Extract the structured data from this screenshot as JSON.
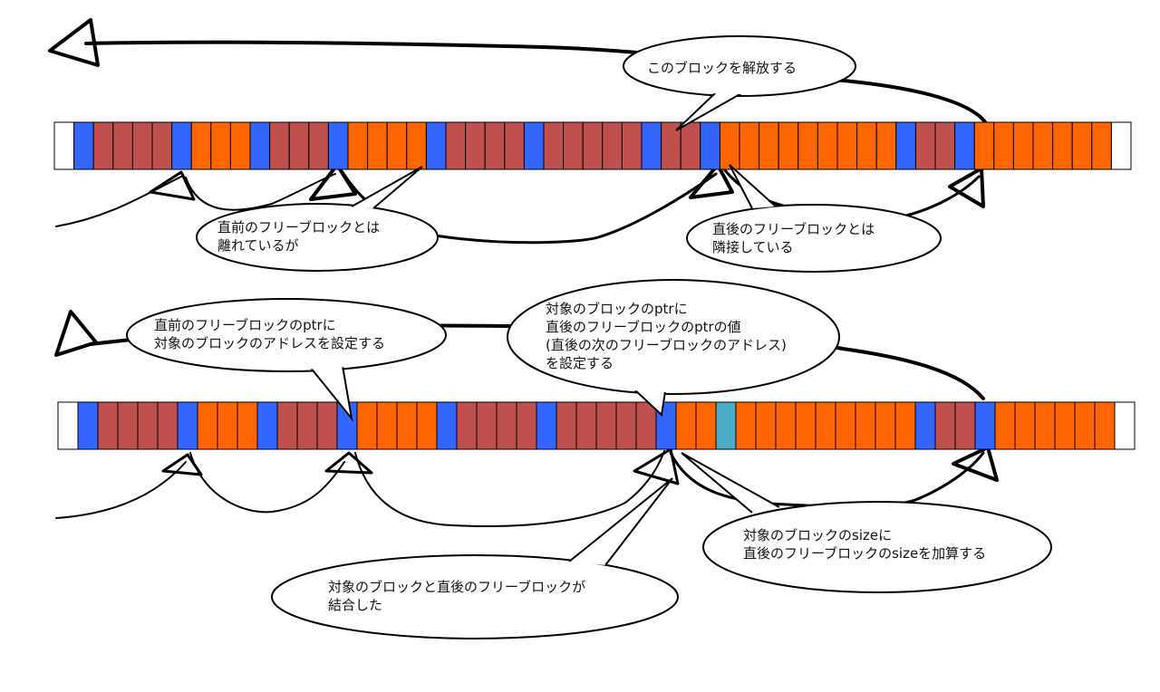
{
  "colors": {
    "free": "#3366ff",
    "used": "#c0504d",
    "target": "#ff6600",
    "coalesced_header": "#4bacc6",
    "edge": "#ffffff",
    "outline": "#000000"
  },
  "memory_rows": [
    {
      "id": "before",
      "cells": [
        "edge",
        "free",
        "used",
        "used",
        "used",
        "used",
        "free",
        "target",
        "target",
        "target",
        "free",
        "used",
        "used",
        "used",
        "free",
        "target",
        "target",
        "target",
        "target",
        "free",
        "used",
        "used",
        "used",
        "used",
        "free",
        "used",
        "used",
        "used",
        "used",
        "used",
        "free",
        "used",
        "used",
        "free",
        "target",
        "target",
        "target",
        "target",
        "target",
        "target",
        "target",
        "target",
        "target",
        "free",
        "used",
        "used",
        "free",
        "target",
        "target",
        "target",
        "target",
        "target",
        "target",
        "target",
        "edge"
      ]
    },
    {
      "id": "after",
      "cells": [
        "edge",
        "free",
        "used",
        "used",
        "used",
        "used",
        "free",
        "target",
        "target",
        "target",
        "free",
        "used",
        "used",
        "used",
        "free",
        "target",
        "target",
        "target",
        "target",
        "free",
        "used",
        "used",
        "used",
        "used",
        "free",
        "used",
        "used",
        "used",
        "used",
        "used",
        "free",
        "target",
        "target",
        "coalesced_header",
        "target",
        "target",
        "target",
        "target",
        "target",
        "target",
        "target",
        "target",
        "target",
        "free",
        "used",
        "used",
        "free",
        "target",
        "target",
        "target",
        "target",
        "target",
        "target",
        "edge"
      ]
    }
  ],
  "callouts": {
    "release_block": {
      "lines": [
        "このブロックを解放する"
      ]
    },
    "prev_free_not_adjacent": {
      "lines": [
        "直前のフリーブロックとは",
        "離れているが"
      ]
    },
    "next_free_adjacent": {
      "lines": [
        "直後のフリーブロックとは",
        "隣接している"
      ]
    },
    "set_prev_ptr": {
      "lines": [
        "直前のフリーブロックのptrに",
        "対象のブロックのアドレスを設定する"
      ]
    },
    "set_target_ptr": {
      "lines": [
        "対象のブロックのptrに",
        "直後のフリーブロックのptrの値",
        "(直後の次のフリーブロックのアドレス)",
        "を設定する"
      ]
    },
    "add_size": {
      "lines": [
        "対象のブロックのsizeに",
        "直後のフリーブロックのsizeを加算する"
      ]
    },
    "merged": {
      "lines": [
        "対象のブロックと直後のフリーブロックが",
        "結合した"
      ]
    }
  }
}
